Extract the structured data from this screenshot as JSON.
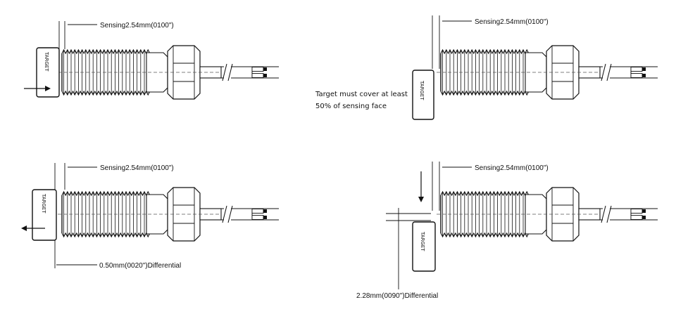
{
  "panels": [
    {
      "sensing_label": "Sensing2.54mm(0100\")",
      "target_label": "TARGET",
      "note_lines": [],
      "differential_label": ""
    },
    {
      "sensing_label": "Sensing2.54mm(0100\")",
      "target_label": "TARGET",
      "note_lines": [
        "Target must cover at least",
        "50% of sensing face"
      ],
      "differential_label": ""
    },
    {
      "sensing_label": "Sensing2.54mm(0100\")",
      "target_label": "TARGET",
      "note_lines": [],
      "differential_label": "0.50mm(0020\")Differential"
    },
    {
      "sensing_label": "Sensing2.54mm(0100\")",
      "target_label": "TARGET",
      "note_lines": [],
      "differential_label": "2.28mm(0090\")Differential"
    }
  ],
  "colors": {
    "line": "#111111",
    "centerline": "#555555",
    "background": "#ffffff"
  }
}
